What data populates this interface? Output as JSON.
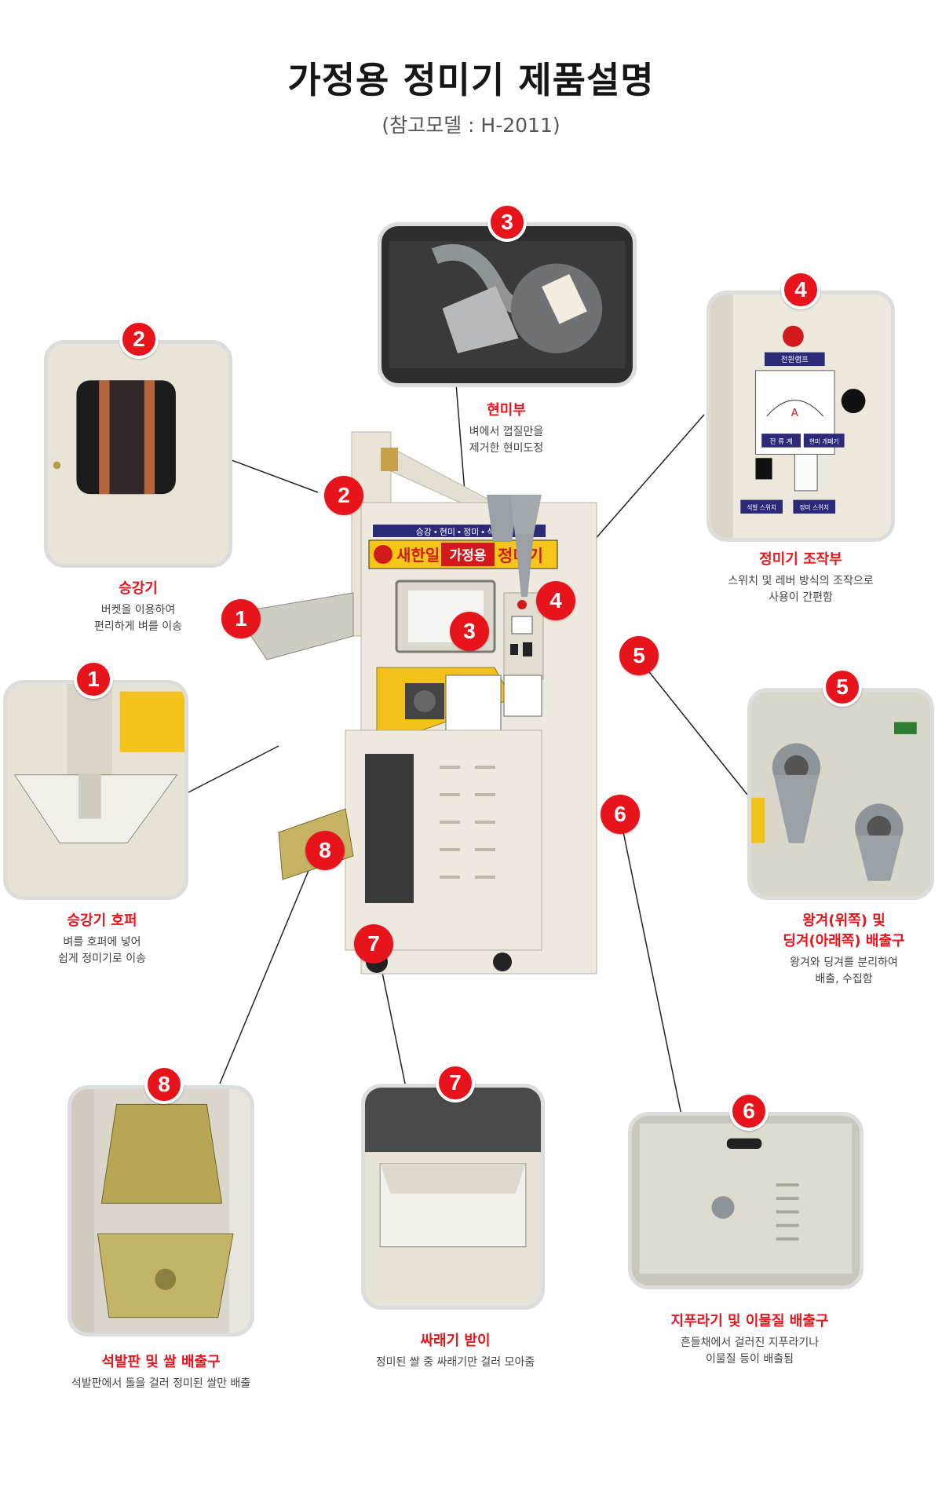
{
  "header": {
    "title": "가정용 정미기 제품설명",
    "subtitle": "(참고모델 : H-2011)"
  },
  "machine": {
    "top_strip": "승강 • 현미 • 정미 • 석발",
    "brand": "새한일",
    "brand_mid": "가정용",
    "brand_right": "정미기"
  },
  "colors": {
    "accent_red": "#e8141b",
    "machine_body": "#ede9df",
    "machine_yellow": "#f2c21a"
  },
  "parts": [
    {
      "num": "1",
      "title": "승강기 호퍼",
      "desc": "벼를 호퍼에 넣어\n쉽게 정미기로 이송"
    },
    {
      "num": "2",
      "title": "승강기",
      "desc": "버켓을 이용하여\n편리하게 벼를 이송"
    },
    {
      "num": "3",
      "title": "현미부",
      "desc": "벼에서 껍질만을\n제거한 현미도정"
    },
    {
      "num": "4",
      "title": "정미기 조작부",
      "desc": "스위치 및 레버 방식의 조작으로\n사용이 간편함"
    },
    {
      "num": "5",
      "title": "왕겨(위쪽) 및\n딩겨(아래쪽) 배출구",
      "desc": "왕겨와 딩겨를 분리하여\n배출, 수집함"
    },
    {
      "num": "6",
      "title": "지푸라기 및 이물질 배출구",
      "desc": "흔들채에서 걸러진 지푸라기나\n이물질 등이 배출됨"
    },
    {
      "num": "7",
      "title": "싸래기 받이",
      "desc": "정미된 쌀 중 싸래기만 걸러 모아줌"
    },
    {
      "num": "8",
      "title": "석발판 및 쌀 배출구",
      "desc": "석발판에서 돌을 걸러 정미된 쌀만 배출"
    }
  ],
  "panel4": {
    "lamp_label": "전원램프",
    "meter_unit": "A",
    "current_label": "전 류 계",
    "gauge_label": "현미 개폐기",
    "switch1": "석발 스위치",
    "switch2": "정미 스위치"
  }
}
